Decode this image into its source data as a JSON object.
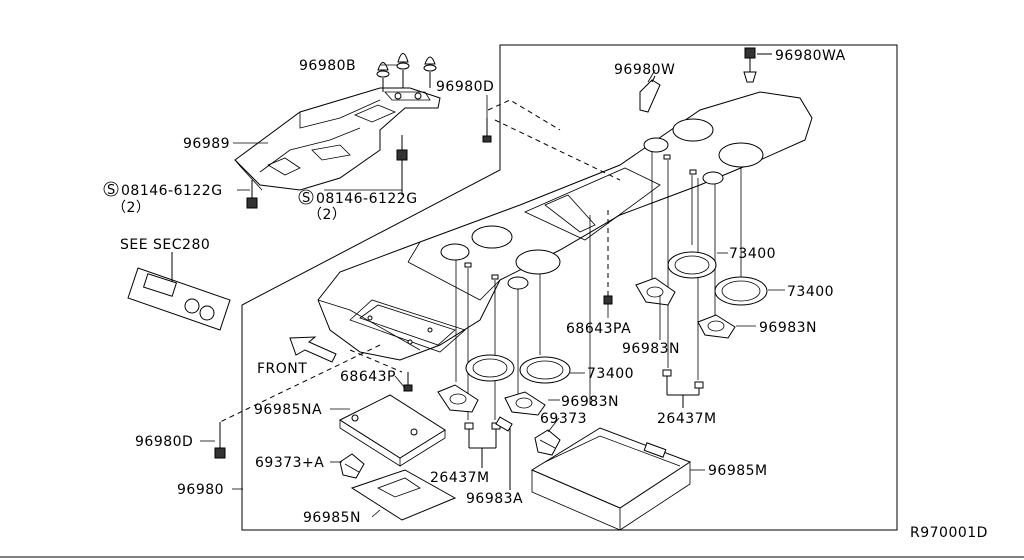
{
  "labels": {
    "p96980B": "96980B",
    "p96980D_top": "96980D",
    "p96989": "96989",
    "bolt_left_code": "08146-6122G",
    "bolt_left_qty": "（2）",
    "bolt_right_code": "08146-6122G",
    "bolt_right_qty": "（2）",
    "see_sec": "SEE SEC280",
    "p96980W": "96980W",
    "p96980WA": "96980WA",
    "p73400_a": "73400",
    "p73400_b": "73400",
    "p73400_c": "73400",
    "p68643PA": "68643PA",
    "p96983N_a": "96983N",
    "p96983N_b": "96983N",
    "p96983N_c": "96983N",
    "front": "FRONT",
    "p68643P": "68643P",
    "p96985NA": "96985NA",
    "p69373": "69373",
    "p26437M_a": "26437M",
    "p26437M_b": "26437M",
    "p96980D_bottom": "96980D",
    "p69373A": "69373+A",
    "p96983A": "96983A",
    "p96985M": "96985M",
    "p96980": "96980",
    "p96985N": "96985N",
    "ref": "R970001D",
    "screw_symbol": "S"
  }
}
